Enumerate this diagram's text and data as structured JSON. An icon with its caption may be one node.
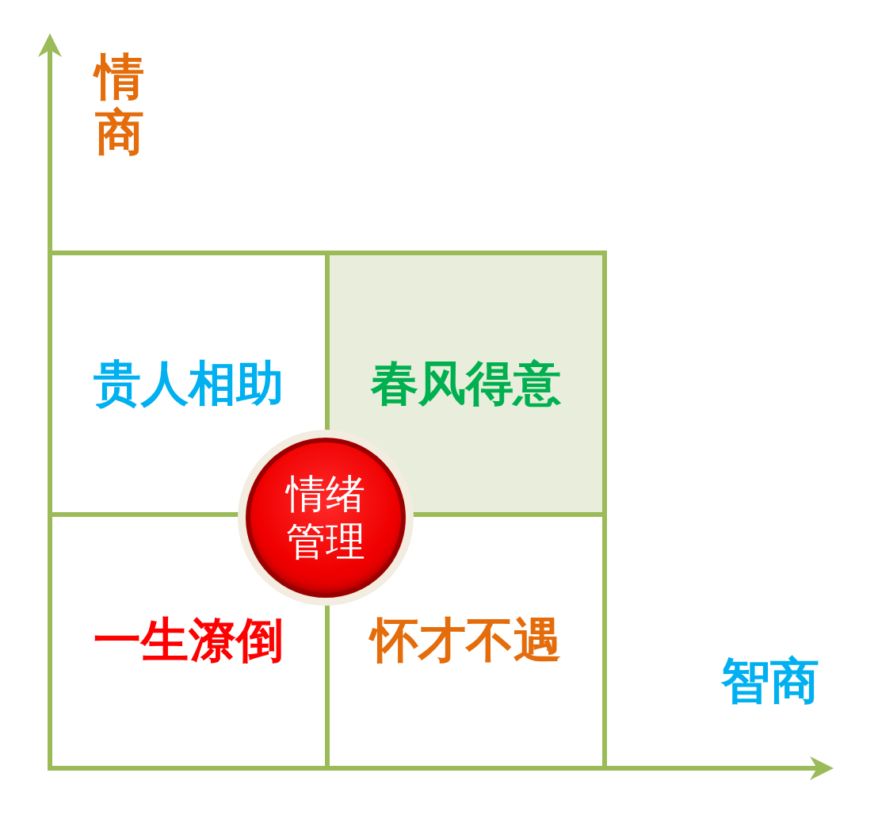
{
  "diagram": {
    "nodes": [
      {
        "text": [
          "贵人相助"
        ]
      },
      {
        "text": [
          "春风得意"
        ]
      },
      {
        "text": [
          "情绪管理"
        ]
      },
      {
        "text": [
          "一生潦倒"
        ]
      },
      {
        "text": [
          "怀才不遇"
        ]
      }
    ],
    "labels": [
      "情商",
      "智商"
    ]
  }
}
